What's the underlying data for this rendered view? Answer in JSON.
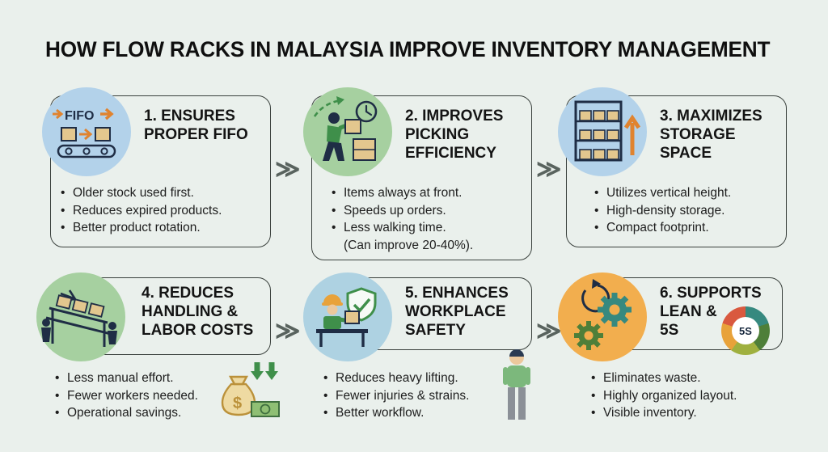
{
  "title": "HOW FLOW RACKS IN MALAYSIA IMPROVE INVENTORY MANAGEMENT",
  "separator_glyph": "≫",
  "colors": {
    "background": "#eaf0ec",
    "card_border": "#3a413d",
    "text": "#1d1d1d",
    "chevron": "#59635e",
    "circle_blue": "#b3d2ea",
    "circle_green": "#a6d0a0",
    "circle_orange": "#f2ae4e",
    "accent_orange": "#e0832f",
    "accent_navy": "#1f2d45"
  },
  "cards": [
    {
      "title_lines": [
        "1. ENSURES",
        "PROPER FIFO"
      ],
      "icon": "fifo-conveyor-icon",
      "icon_text": "FIFO",
      "bullets": [
        "Older stock used first.",
        "Reduces expired products.",
        "Better product rotation."
      ]
    },
    {
      "title_lines": [
        "2. IMPROVES",
        "PICKING",
        "EFFICIENCY"
      ],
      "icon": "picking-worker-icon",
      "bullets": [
        "Items always at front.",
        "Speeds up orders.",
        "Less walking time."
      ],
      "note": "(Can improve 20-40%)."
    },
    {
      "title_lines": [
        "3. MAXIMIZES",
        "STORAGE",
        "SPACE"
      ],
      "icon": "storage-rack-icon",
      "bullets": [
        "Utilizes vertical height.",
        "High-density storage.",
        "Compact footprint."
      ]
    },
    {
      "title_lines": [
        "4. REDUCES",
        "HANDLING &",
        "LABOR COSTS"
      ],
      "icon": "flow-rack-workers-icon",
      "currency_symbol": "$",
      "bullets": [
        "Less manual effort.",
        "Fewer workers needed.",
        "Operational savings."
      ]
    },
    {
      "title_lines": [
        "5. ENHANCES",
        "WORKPLACE",
        "SAFETY"
      ],
      "icon": "safety-shield-worker-icon",
      "bullets": [
        "Reduces heavy lifting.",
        "Fewer injuries & strains.",
        "Better workflow."
      ]
    },
    {
      "title_lines": [
        "6. SUPPORTS",
        "LEAN &",
        "5S"
      ],
      "icon": "lean-gears-icon",
      "badge": "5S",
      "bullets": [
        "Eliminates waste.",
        "Highly organized layout.",
        "Visible inventory."
      ]
    }
  ]
}
